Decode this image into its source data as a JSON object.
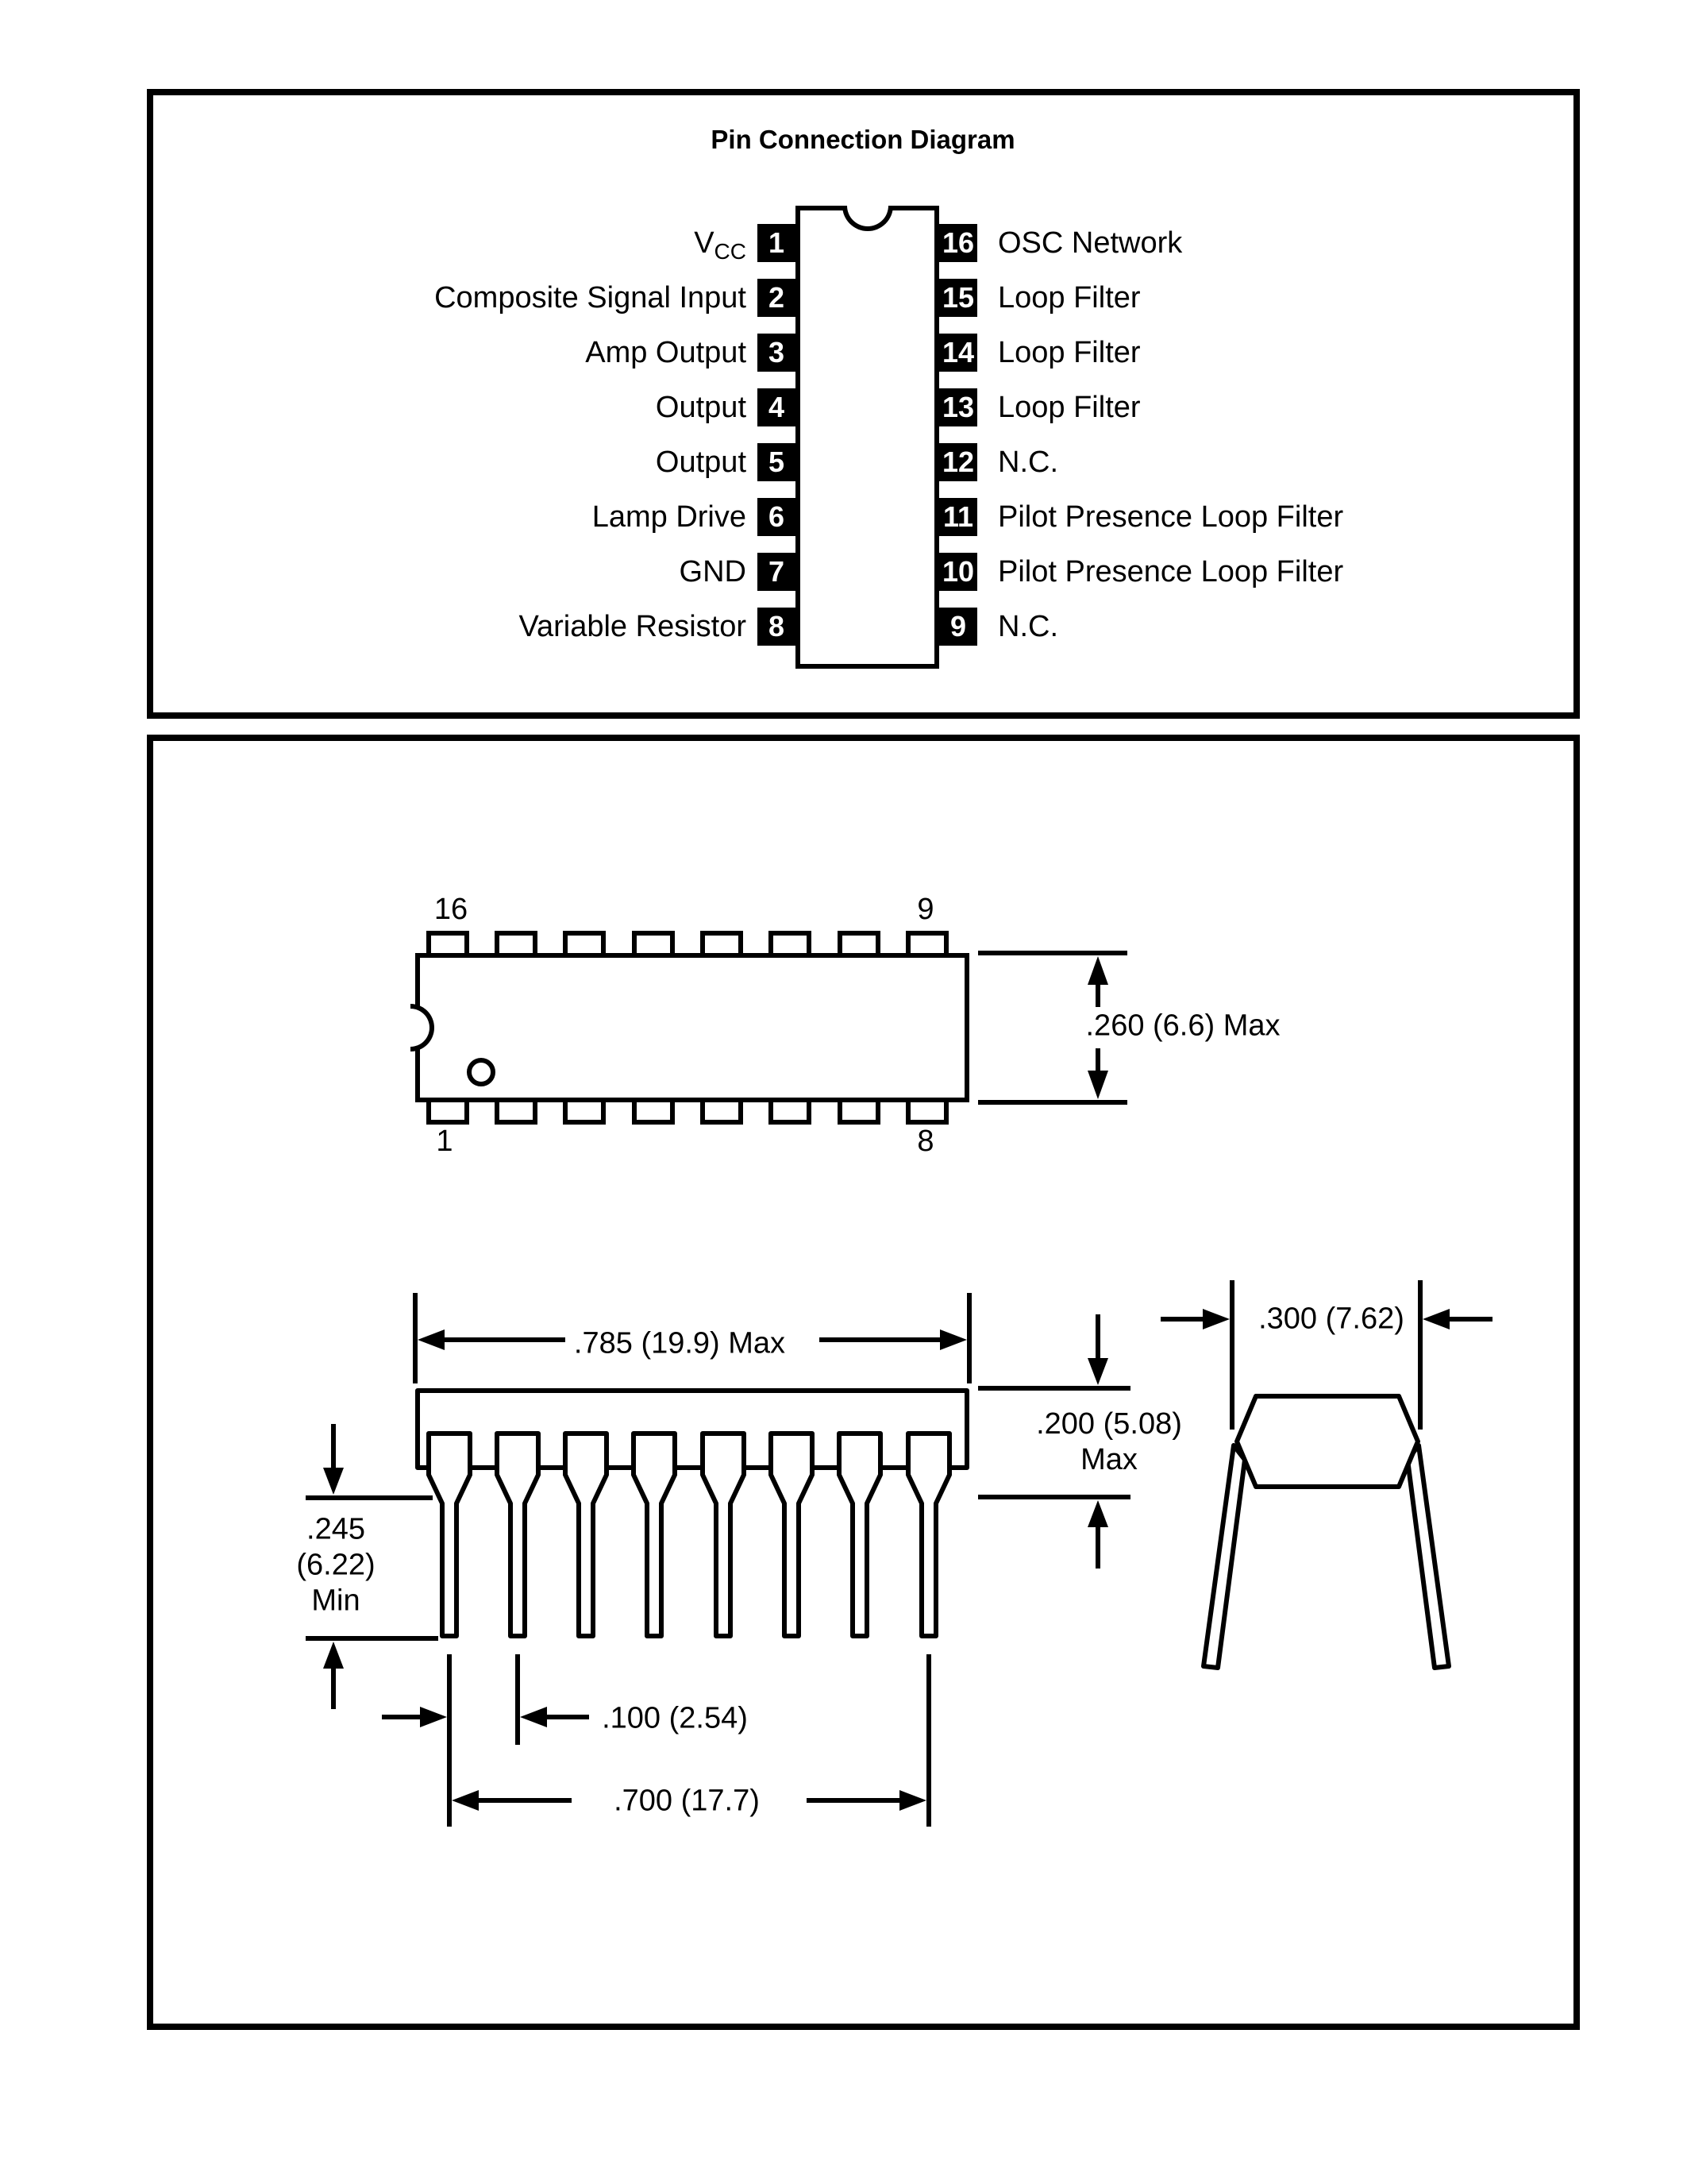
{
  "title": "Pin Connection Diagram",
  "colors": {
    "ink": "#000000",
    "paper": "#ffffff"
  },
  "pin_diagram": {
    "left_pins": [
      {
        "number": "1",
        "label_main": "V",
        "label_sub": "CC"
      },
      {
        "number": "2",
        "label": "Composite Signal Input"
      },
      {
        "number": "3",
        "label": "Amp Output"
      },
      {
        "number": "4",
        "label": "Output"
      },
      {
        "number": "5",
        "label": "Output"
      },
      {
        "number": "6",
        "label": "Lamp Drive"
      },
      {
        "number": "7",
        "label": "GND"
      },
      {
        "number": "8",
        "label": "Variable Resistor"
      }
    ],
    "right_pins": [
      {
        "number": "16",
        "label": "OSC Network"
      },
      {
        "number": "15",
        "label": "Loop Filter"
      },
      {
        "number": "14",
        "label": "Loop Filter"
      },
      {
        "number": "13",
        "label": "Loop Filter"
      },
      {
        "number": "12",
        "label": "N.C."
      },
      {
        "number": "11",
        "label": "Pilot Presence Loop Filter"
      },
      {
        "number": "10",
        "label": "Pilot Presence Loop Filter"
      },
      {
        "number": "9",
        "label": "N.C."
      }
    ]
  },
  "package_drawing": {
    "top_view_labels": {
      "pin16": "16",
      "pin9": "9",
      "pin1": "1",
      "pin8": "8"
    },
    "dims": {
      "body_width": ".260 (6.6) Max",
      "body_length": ".785 (19.9) Max",
      "row_span": ".300 (7.62)",
      "height_line1": ".200 (5.08)",
      "height_line2": "Max",
      "lead_line1": ".245",
      "lead_line2": "(6.22)",
      "lead_line3": "Min",
      "pitch": ".100 (2.54)",
      "span": ".700 (17.7)"
    }
  }
}
